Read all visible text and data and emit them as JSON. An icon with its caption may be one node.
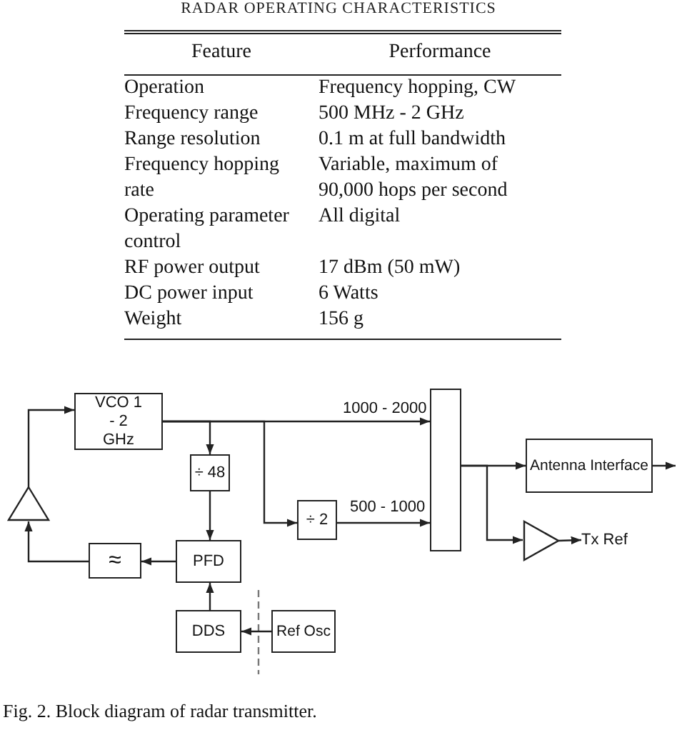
{
  "diagram": {
    "title": "RADAR OPERATING CHARACTERISTICS",
    "caption": "Fig. 2. Block diagram of radar transmitter.",
    "nodes": [
      {
        "text": [
          "VCO 1 - 2 GHz"
        ]
      },
      {
        "text": [
          "÷ 48"
        ]
      },
      {
        "text": [
          "÷ 2"
        ]
      },
      {
        "text": [
          "PFD"
        ]
      },
      {
        "text": [
          "≈"
        ]
      },
      {
        "text": [],
        "shape": "triangle"
      },
      {
        "text": [
          "DDS"
        ]
      },
      {
        "text": [
          "Ref Osc"
        ]
      },
      {
        "text": [],
        "shape": "box"
      },
      {
        "text": [
          "Antenna Interface"
        ]
      },
      {
        "text": [],
        "shape": "triangle"
      },
      {
        "text": [
          "Tx Ref"
        ]
      }
    ],
    "edges": [
      {
        "from": 0,
        "to": 8,
        "arrow": "to",
        "label": "1000 - 2000"
      },
      {
        "from": 0,
        "to": 1,
        "arrow": "to"
      },
      {
        "from": 0,
        "to": 2,
        "arrow": "to"
      },
      {
        "from": 2,
        "to": 8,
        "arrow": "to",
        "label": "500 - 1000"
      },
      {
        "from": 1,
        "to": 3,
        "arrow": "to"
      },
      {
        "from": 6,
        "to": 3,
        "arrow": "to"
      },
      {
        "from": 3,
        "to": 4,
        "arrow": "to"
      },
      {
        "from": 4,
        "to": 5,
        "arrow": "to"
      },
      {
        "from": 5,
        "to": 0,
        "arrow": "to"
      },
      {
        "from": 7,
        "to": 6,
        "arrow": "to"
      },
      {
        "from": 8,
        "to": 9,
        "arrow": "to"
      },
      {
        "from": 8,
        "to": 10,
        "arrow": "to"
      },
      {
        "from": 10,
        "to": 11,
        "arrow": "to"
      },
      {
        "from": 9,
        "to": null,
        "arrow": "to"
      }
    ],
    "labels": [
      "Feature",
      "Performance",
      "Operation",
      "Frequency hopping, CW",
      "Frequency range",
      "500 MHz - 2 GHz",
      "Range resolution",
      "0.1 m at full bandwidth",
      "Frequency hopping rate",
      "Variable, maximum of 90,000 hops per second",
      "Operating parameter control",
      "All digital",
      "RF power output",
      "17 dBm (50 mW)",
      "DC power input",
      "6 Watts",
      "Weight",
      "156 g"
    ]
  }
}
